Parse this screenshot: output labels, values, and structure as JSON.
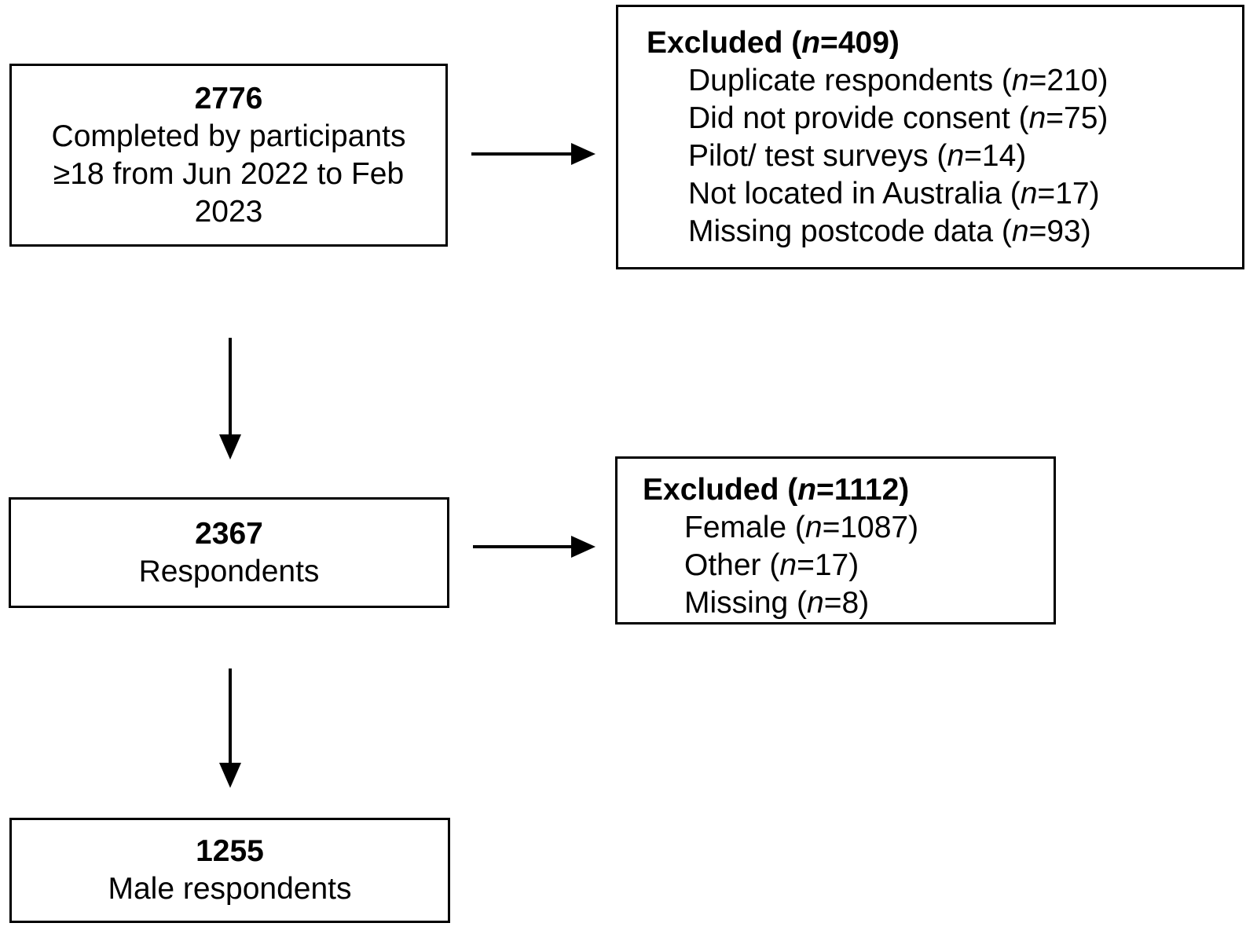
{
  "diagram": {
    "boxes": {
      "completed": {
        "count": "2776",
        "lines": [
          "Completed by participants",
          "≥18 from Jun 2022 to Feb",
          "2023"
        ]
      },
      "excluded1": {
        "title": "Excluded",
        "n_symbol": "n",
        "n_value": "409",
        "items": [
          {
            "label": "Duplicate respondents",
            "value": "210"
          },
          {
            "label": "Did not provide consent",
            "value": "75"
          },
          {
            "label": "Pilot/ test surveys",
            "value": "14"
          },
          {
            "label": "Not located in Australia",
            "value": "17"
          },
          {
            "label": "Missing postcode data",
            "value": "93"
          }
        ]
      },
      "respondents": {
        "count": "2367",
        "lines": [
          "Respondents"
        ]
      },
      "excluded2": {
        "title": "Excluded",
        "n_symbol": "n",
        "n_value": "1112",
        "items": [
          {
            "label": "Female",
            "value": "1087"
          },
          {
            "label": "Other",
            "value": "17"
          },
          {
            "label": "Missing",
            "value": "8"
          }
        ]
      },
      "male": {
        "count": "1255",
        "lines": [
          "Male respondents"
        ]
      }
    },
    "punctuation": {
      "space": " ",
      "open": "(",
      "equals": "=",
      "close": ")"
    },
    "colors": {
      "line": "#000000",
      "background": "#ffffff",
      "text": "#000000"
    }
  }
}
